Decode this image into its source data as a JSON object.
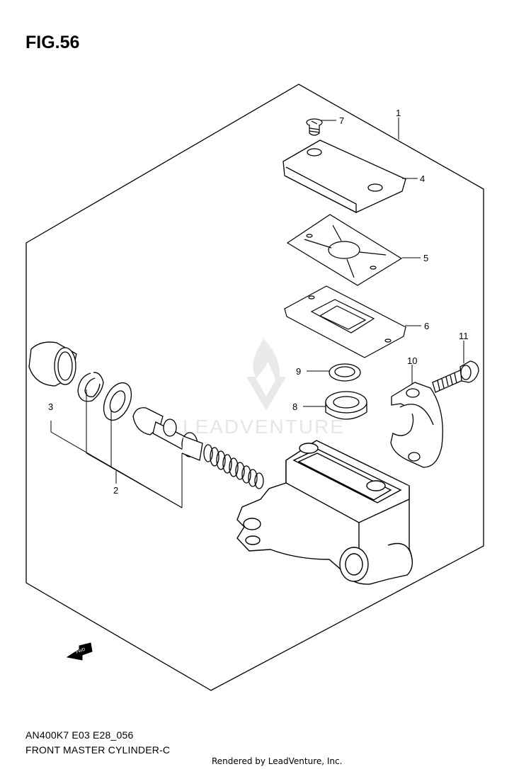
{
  "figure": {
    "title": "FIG.56",
    "code": "AN400K7 E03 E28_056",
    "caption": "FRONT MASTER CYLINDER-C",
    "rendered_by": "Rendered by LeadVenture, Inc.",
    "watermark": "LEADVENTURE",
    "direction_label": "FWD"
  },
  "callouts": {
    "c1": "1",
    "c2": "2",
    "c3": "3",
    "c4": "4",
    "c5": "5",
    "c6": "6",
    "c7": "7",
    "c8": "8",
    "c9": "9",
    "c10": "10",
    "c11": "11"
  }
}
